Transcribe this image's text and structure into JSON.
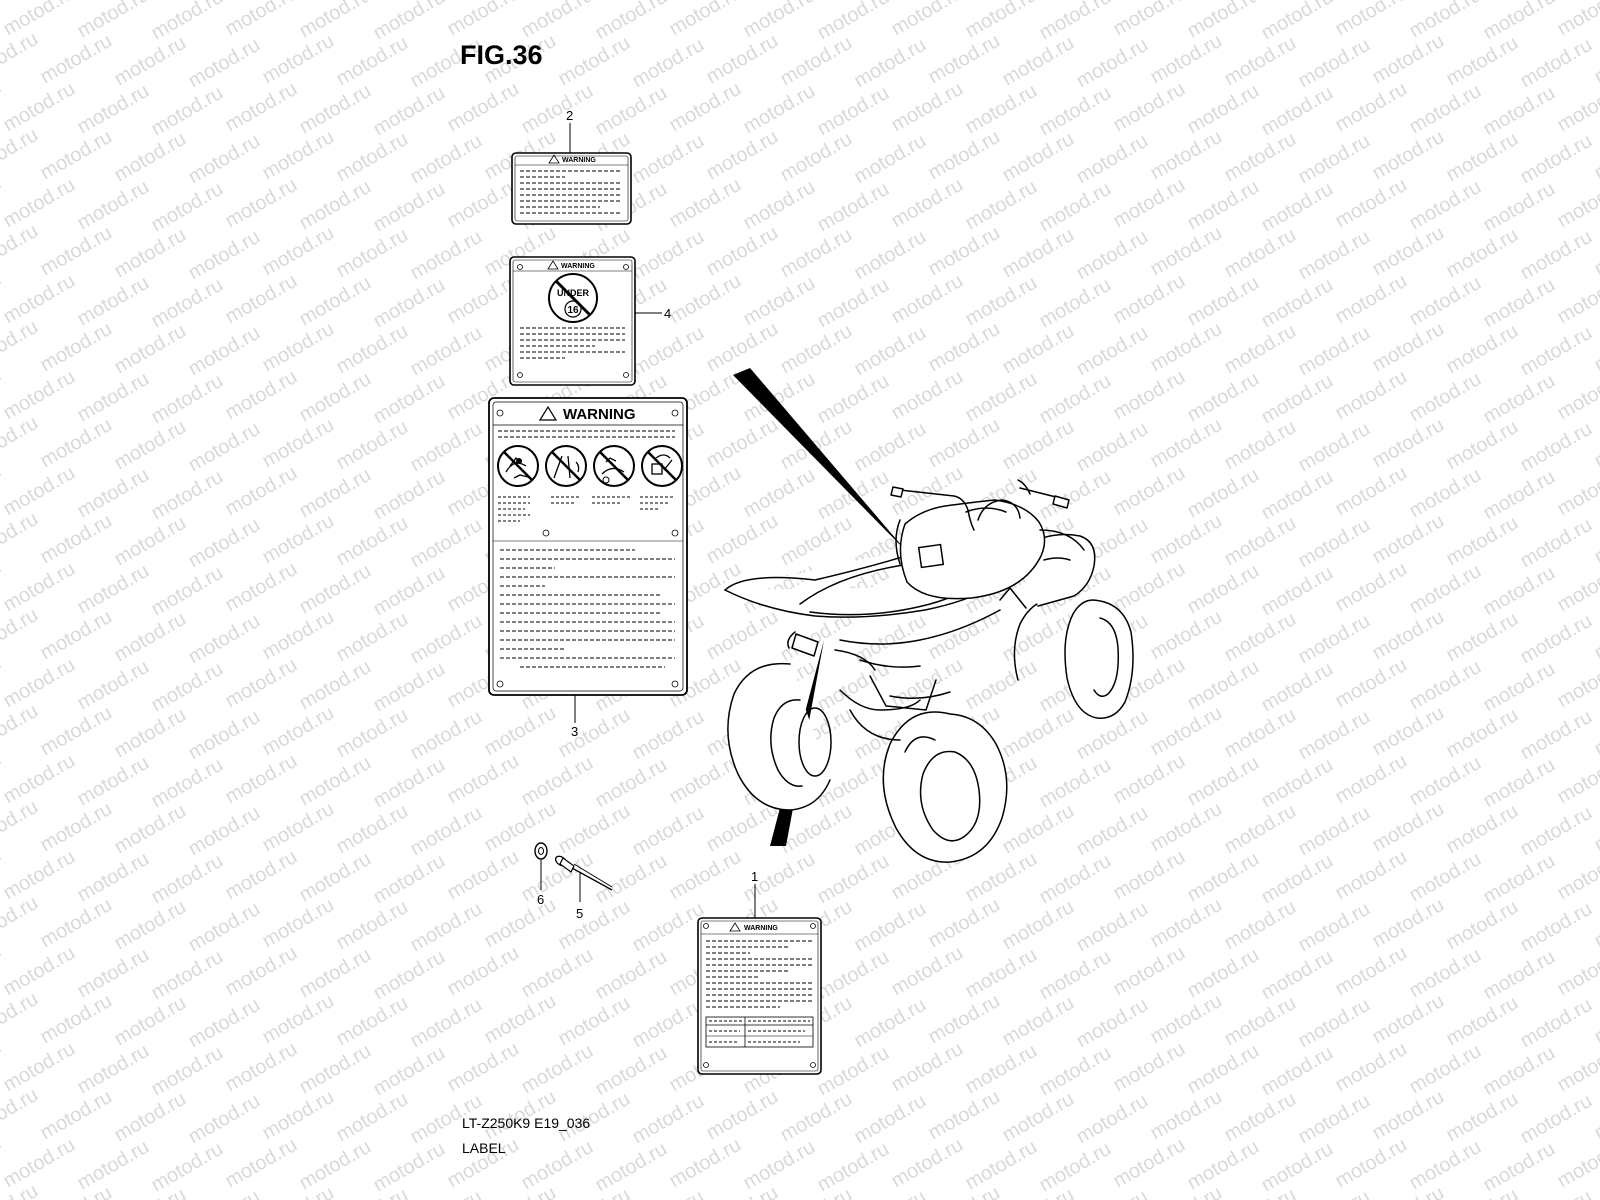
{
  "figure": {
    "title": "FIG.36",
    "model_code": "LT-Z250K9 E19_036",
    "section_name": "LABEL"
  },
  "watermark": {
    "text": "motod.ru",
    "color": "#d9d9d9"
  },
  "labels": {
    "warning_text": "WARNING",
    "under_age_top": "UNDER",
    "under_age_number": "16"
  },
  "callouts": [
    "1",
    "2",
    "3",
    "4",
    "5",
    "6"
  ]
}
